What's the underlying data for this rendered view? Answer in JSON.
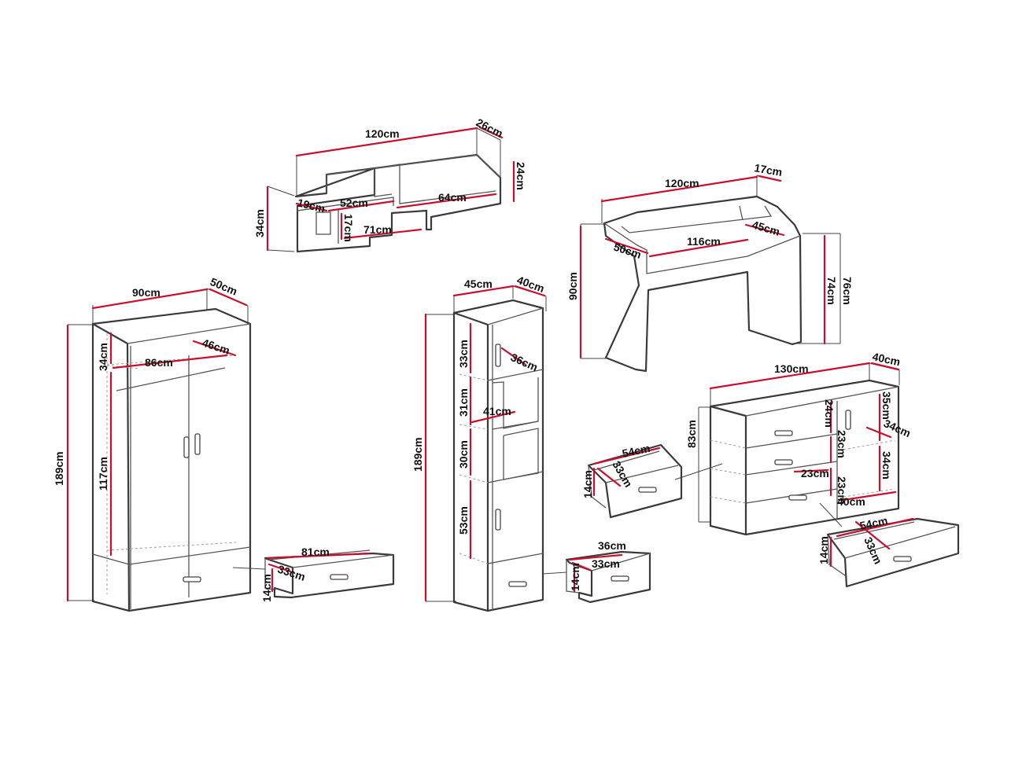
{
  "colors": {
    "dimension": "#c8102e",
    "outline": "#3a3a3a",
    "background": "#ffffff"
  },
  "shelf": {
    "width": "120cm",
    "depth": "26cm",
    "right_height": "24cm",
    "height": "34cm",
    "cubby_depth": "19cm",
    "left_inner": "52cm",
    "right_inner": "64cm",
    "inner_height": "17cm",
    "bottom_inner": "71cm"
  },
  "desk": {
    "width": "120cm",
    "top_depth": "17cm",
    "height": "90cm",
    "depth": "50cm",
    "inner_width": "116cm",
    "top_inner": "45cm",
    "leg_height": "74cm",
    "total_height": "76cm"
  },
  "wardrobe": {
    "width": "90cm",
    "depth": "50cm",
    "height": "189cm",
    "top_compartment": "34cm",
    "inner_width": "86cm",
    "inner_depth": "46cm",
    "hanging_height": "117cm",
    "drawer_width": "81cm",
    "drawer_depth": "33cm",
    "drawer_height": "14cm"
  },
  "bookcase": {
    "width": "45cm",
    "depth": "40cm",
    "height": "189cm",
    "top_door": "33cm",
    "shelf_depth": "36cm",
    "open_upper": "31cm",
    "shelf_width": "41cm",
    "open_lower": "30cm",
    "bottom_door": "53cm",
    "drawer_width": "36cm",
    "drawer_depth": "33cm",
    "drawer_height": "14cm"
  },
  "dresser": {
    "width": "130cm",
    "depth": "40cm",
    "height": "83cm",
    "drawer1": "24cm",
    "drawer2": "23cm",
    "drawer3": "23cm",
    "drawer_inner": "23cm",
    "door_top": "35cm",
    "door_depth": "34cm",
    "door_lower": "34cm",
    "door_inner": "40cm",
    "left_drawer_width": "54cm",
    "left_drawer_depth": "33cm",
    "left_drawer_height": "14cm",
    "right_drawer_width": "54cm",
    "right_drawer_depth": "33cm",
    "right_drawer_height": "14cm"
  }
}
